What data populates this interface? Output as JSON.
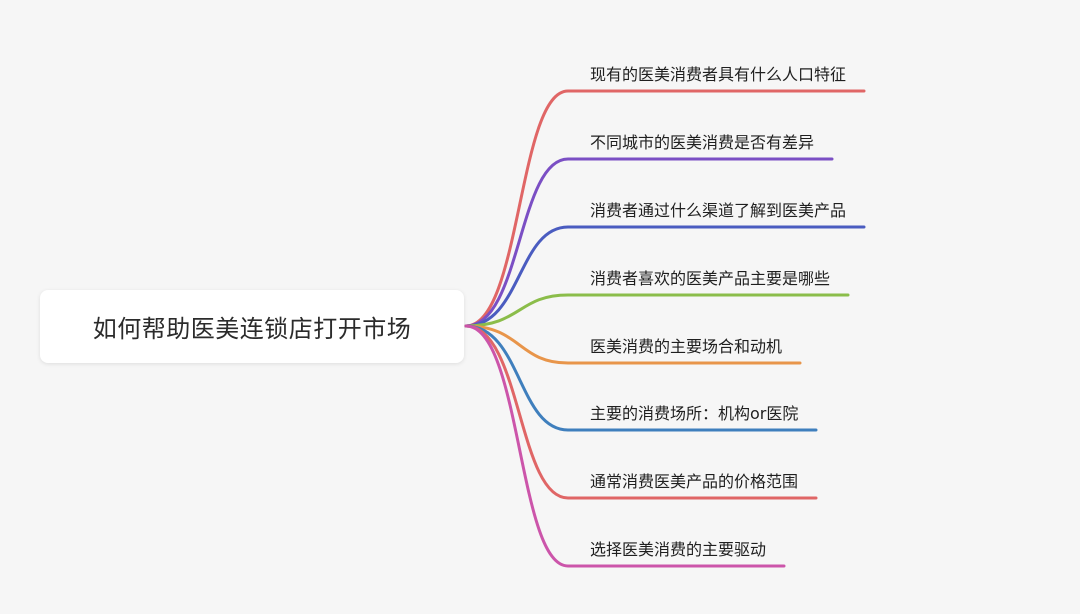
{
  "root": {
    "label": "如何帮助医美连锁店打开市场"
  },
  "branches": [
    {
      "label": "现有的医美消费者具有什么人口特征",
      "color": "#e06666"
    },
    {
      "label": "不同城市的医美消费是否有差异",
      "color": "#7b4fc4"
    },
    {
      "label": "消费者通过什么渠道了解到医美产品",
      "color": "#4a5cc0"
    },
    {
      "label": "消费者喜欢的医美产品主要是哪些",
      "color": "#8bbd4a"
    },
    {
      "label": "医美消费的主要场合和动机",
      "color": "#e8954a"
    },
    {
      "label": "主要的消费场所：机构or医院",
      "color": "#3f7fbd"
    },
    {
      "label": "通常消费医美产品的价格范围",
      "color": "#e06666"
    },
    {
      "label": "选择医美消费的主要驱动",
      "color": "#cc55aa"
    }
  ]
}
